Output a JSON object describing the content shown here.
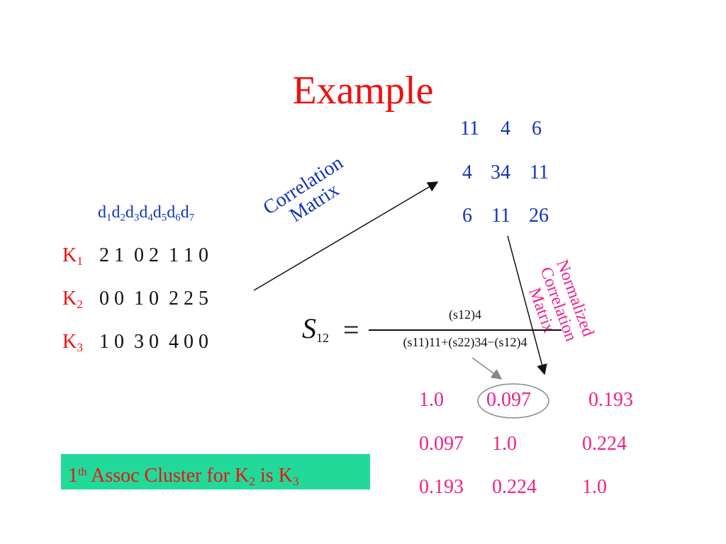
{
  "title": "Example",
  "doc_header": {
    "letter": "d",
    "subs": [
      "1",
      "2",
      "3",
      "4",
      "5",
      "6",
      "7"
    ]
  },
  "keywords": [
    {
      "letter": "K",
      "sub": "1",
      "values": "2 1  0 2  1 1 0"
    },
    {
      "letter": "K",
      "sub": "2",
      "values": "0 0  1 0  2 2 5"
    },
    {
      "letter": "K",
      "sub": "3",
      "values": "1 0  3 0  4 0 0"
    }
  ],
  "correlation_label": {
    "line1": "Correlation",
    "line2": "Matrix"
  },
  "correlation_matrix": [
    [
      "11",
      "4",
      "6"
    ],
    [
      "4",
      "34",
      "11"
    ],
    [
      "6",
      "11",
      "26"
    ]
  ],
  "normalized_label": {
    "line1": "Normalized",
    "line2": "Correlation",
    "line3": "Matrix"
  },
  "formula": {
    "lhs_symbol": "S",
    "lhs_sub": "12",
    "equals": "=",
    "numerator": "(s12)4",
    "denominator": "(s11)11+(s22)34−(s12)4"
  },
  "normalized_matrix": [
    [
      "1.0",
      "0.097",
      "0.193"
    ],
    [
      "0.097",
      "1.0",
      "0.224"
    ],
    [
      "0.193",
      "0.224",
      "1.0"
    ]
  ],
  "cluster": {
    "prefix": "1",
    "prefix_sup": "th",
    "text": " Assoc Cluster for K",
    "sub1": "2",
    "mid": " is K",
    "sub2": "3"
  },
  "colors": {
    "title": "#ee1111",
    "blue": "#1133bb",
    "red": "#ee1111",
    "pink": "#ee2288",
    "cluster_bg": "#22d99a"
  }
}
